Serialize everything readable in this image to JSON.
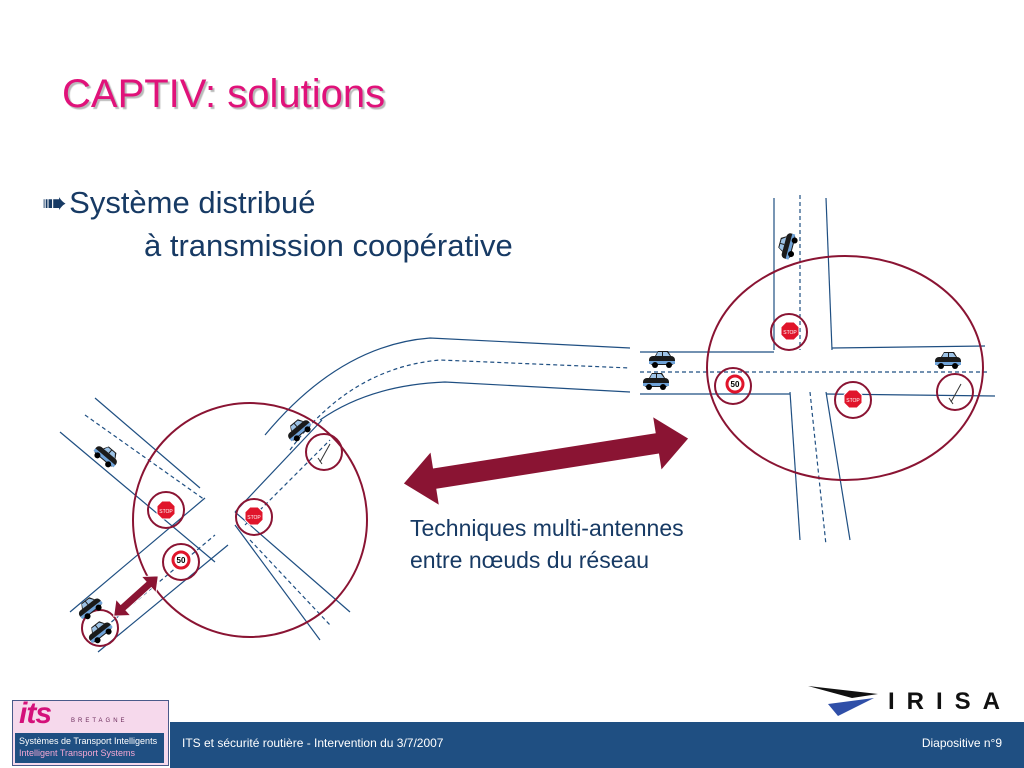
{
  "slide": {
    "title": "CAPTIV: solutions",
    "bullet": {
      "arrow_icon": "right-arrow-icon",
      "line1": "Système distribué",
      "line2": "à transmission coopérative"
    },
    "caption": {
      "line1": "Techniques multi-antennes",
      "line2": "entre nœuds du réseau"
    }
  },
  "signs": {
    "stop": "STOP",
    "speed": "50"
  },
  "footer": {
    "left_text": "ITS et sécurité routière - Intervention du 3/7/2007",
    "right_text": "Diapositive n°9"
  },
  "logos": {
    "its": {
      "word": "its",
      "region": "BRETAGNE",
      "line1": "Systèmes de Transport Intelligents",
      "line2": "Intelligent Transport Systems"
    },
    "irisa": {
      "word": "IRISA"
    }
  },
  "colors": {
    "title": "#e0127a",
    "text": "#173a64",
    "road": "#1f4f82",
    "circle": "#8a1433",
    "arrow": "#8a1433",
    "footer_bar": "#1f4f82"
  }
}
